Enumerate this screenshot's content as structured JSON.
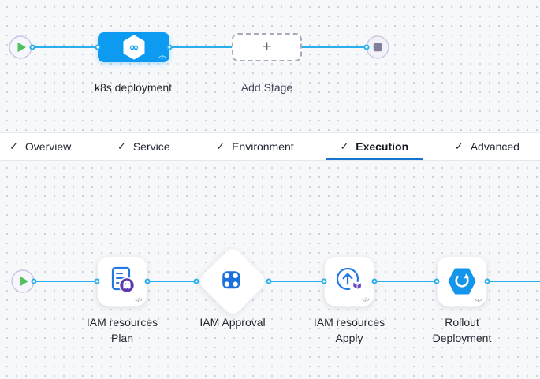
{
  "stage_pipeline": {
    "stage": {
      "label": "k8s deployment",
      "yaml_badge": "</>",
      "icon": "cd-hexagon-infinity-icon",
      "infinity_glyph": "∞"
    },
    "add_stage": {
      "label": "Add Stage",
      "plus_glyph": "+"
    },
    "start_node": "play",
    "end_node": "stop"
  },
  "tabs": {
    "check_glyph": "✓",
    "active": "Execution",
    "items": [
      {
        "label": "Overview"
      },
      {
        "label": "Service"
      },
      {
        "label": "Environment"
      },
      {
        "label": "Execution"
      },
      {
        "label": "Advanced"
      }
    ]
  },
  "execution_graph": {
    "yaml_badge": "</>",
    "steps": [
      {
        "label": "IAM resources Plan",
        "icon": "terraform-plan-icon"
      },
      {
        "label": "IAM Approval",
        "icon": "approval-diamond-icon"
      },
      {
        "label": "IAM resources Apply",
        "icon": "terraform-apply-icon"
      },
      {
        "label": "Rollout Deployment",
        "icon": "k8s-rollout-icon"
      }
    ]
  },
  "colors": {
    "canvas_bg": "#f6f8fa",
    "link_cyan": "#29afed",
    "stage_blue": "#0d9bf2",
    "active_tab_underline": "#1673d1",
    "approval_blue": "#1b70dd",
    "plan_purple": "#5b3aad",
    "terraform_purple": "#684bc7",
    "rollout_blue": "#1495ec",
    "play_green": "#50c15c",
    "stop_gray": "#817e9e"
  }
}
